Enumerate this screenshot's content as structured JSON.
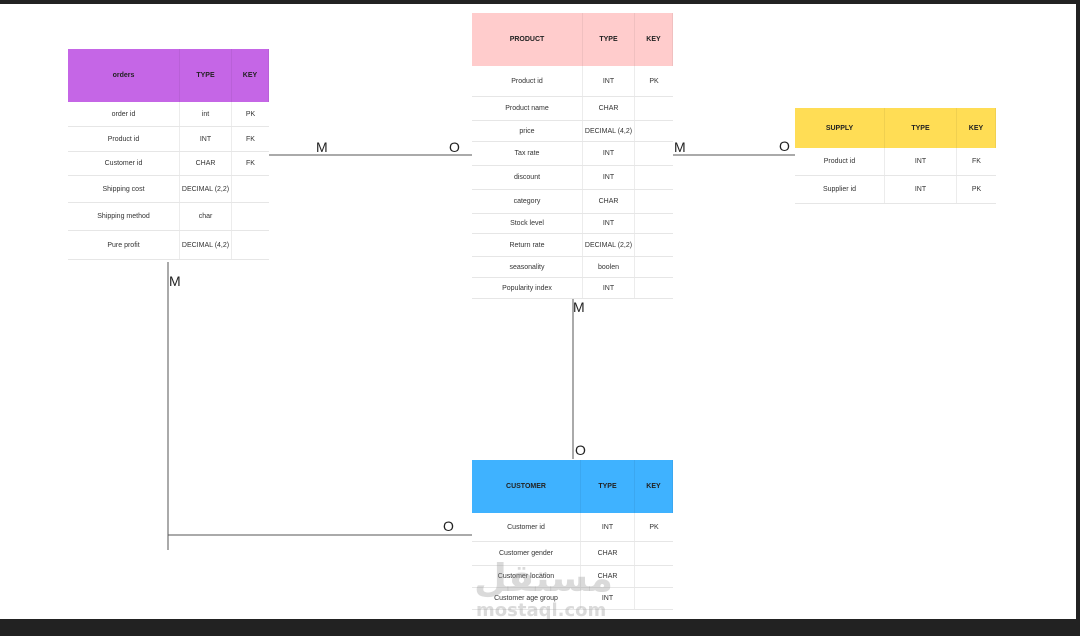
{
  "tables": {
    "orders": {
      "color": "#c566e6",
      "headers": [
        "orders",
        "TYPE",
        "KEY"
      ],
      "rows": [
        [
          "order id",
          "int",
          "PK"
        ],
        [
          "Product id",
          "INT",
          "FK"
        ],
        [
          "Customer id",
          "CHAR",
          "FK"
        ],
        [
          "Shipping cost",
          "DECIMAL (2,2)",
          ""
        ],
        [
          "Shipping method",
          "char",
          ""
        ],
        [
          "Pure profit",
          "DECIMAL (4,2)",
          ""
        ]
      ]
    },
    "product": {
      "color": "#ffcccc",
      "headers": [
        "PRODUCT",
        "TYPE",
        "KEY"
      ],
      "rows": [
        [
          "Product id",
          "INT",
          "PK"
        ],
        [
          "Product name",
          "CHAR",
          ""
        ],
        [
          "price",
          "DECIMAL (4,2)",
          ""
        ],
        [
          "Tax rate",
          "INT",
          ""
        ],
        [
          "discount",
          "INT",
          ""
        ],
        [
          "category",
          "CHAR",
          ""
        ],
        [
          "Stock level",
          "INT",
          ""
        ],
        [
          "Return rate",
          "DECIMAL (2,2)",
          ""
        ],
        [
          "seasonality",
          "boolen",
          ""
        ],
        [
          "Popularity index",
          "INT",
          ""
        ]
      ]
    },
    "supply": {
      "color": "#ffdd55",
      "headers": [
        "SUPPLY",
        "TYPE",
        "KEY"
      ],
      "rows": [
        [
          "Product id",
          "INT",
          "FK"
        ],
        [
          "Supplier id",
          "INT",
          "PK"
        ]
      ]
    },
    "customer": {
      "color": "#3fb2ff",
      "headers": [
        "CUSTOMER",
        "TYPE",
        "KEY"
      ],
      "rows": [
        [
          "Customer id",
          "INT",
          "PK"
        ],
        [
          "Customer gender",
          "CHAR",
          ""
        ],
        [
          "Customer location",
          "CHAR",
          ""
        ],
        [
          "Customer age group",
          "INT",
          ""
        ]
      ]
    }
  },
  "cardinality": {
    "orders_product_m": "M",
    "orders_product_o": "O",
    "product_supply_m": "M",
    "product_supply_o": "O",
    "product_customer_m": "M",
    "product_customer_o": "O",
    "orders_customer_m": "M",
    "orders_customer_o": "O"
  },
  "watermark": {
    "arabic": "مستقل",
    "latin": "mostaql.com"
  }
}
